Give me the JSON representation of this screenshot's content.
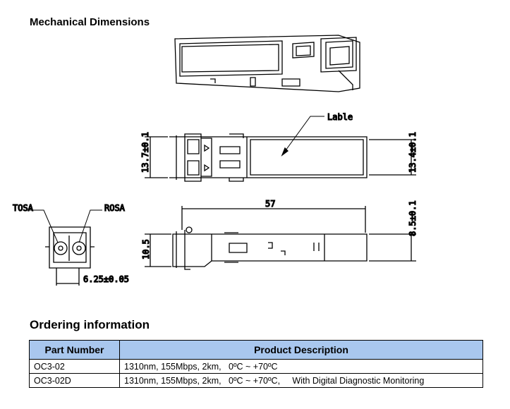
{
  "headings": {
    "mechanical": "Mechanical Dimensions",
    "ordering": "Ordering information"
  },
  "drawing_labels": {
    "lable": "Lable",
    "height_left": "13.7±0.1",
    "height_right": "13.4±0.1",
    "length": "57",
    "height_side_right": "8.5±0.1",
    "height_side_left": "10.5",
    "tosa": "TOSA",
    "rosa": "ROSA",
    "pitch": "6.25±0.05"
  },
  "table": {
    "headers": [
      "Part Number",
      "Product Description"
    ],
    "rows": [
      [
        "OC3-02",
        "1310nm, 155Mbps, 2km,   0ºC ~ +70ºC"
      ],
      [
        "OC3-02D",
        "1310nm, 155Mbps, 2km,   0ºC ~ +70ºC,     With Digital Diagnostic Monitoring"
      ]
    ]
  },
  "colors": {
    "table_header_bg": "#a9c7ee"
  }
}
